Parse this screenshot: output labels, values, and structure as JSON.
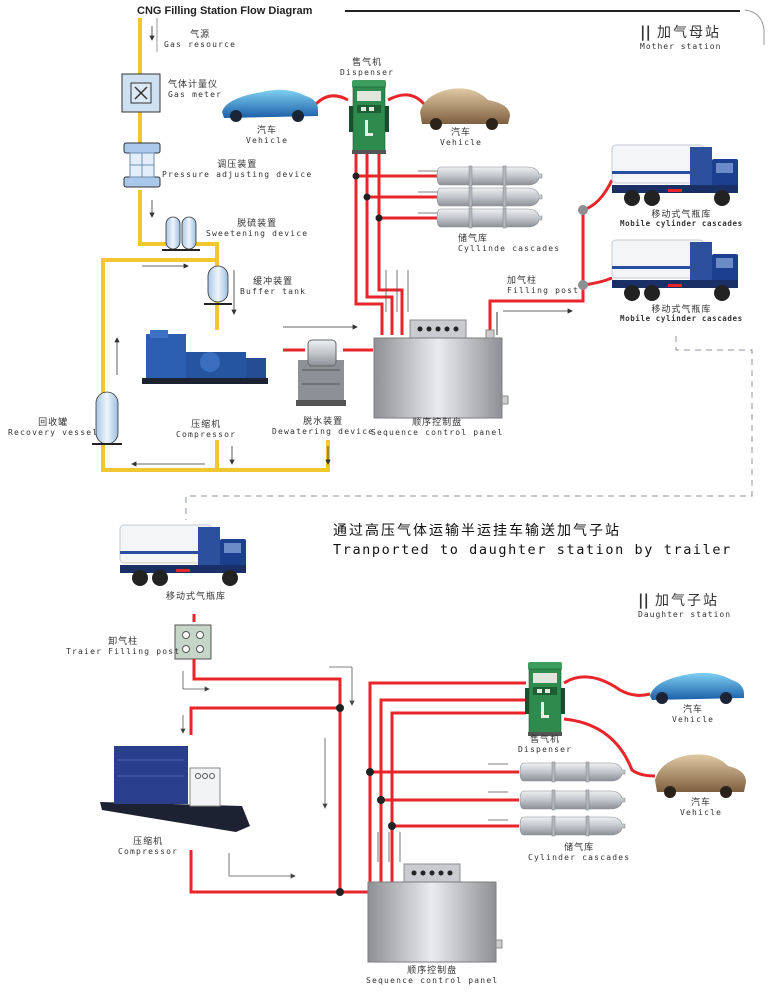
{
  "title": "CNG Filling Station Flow Diagram",
  "colors": {
    "gas_pipe_yellow": "#f2c631",
    "high_pressure_red": "#e8262a",
    "equipment_blue": "#1f4fa8",
    "dispenser_green": "#2f8a4e",
    "cylinder_silver": "#c8cbd0",
    "panel_gray": "#a8aaae"
  },
  "mother_station": {
    "heading_zh": "加气母站",
    "heading_en": "Mother station",
    "labels": {
      "gas_resource": {
        "zh": "气源",
        "en": "Gas resource"
      },
      "gas_meter": {
        "zh": "气体计量仪",
        "en": "Gas meter"
      },
      "pressure_adjusting": {
        "zh": "调压装置",
        "en": "Pressure adjusting device"
      },
      "sweetening": {
        "zh": "脱硫装置",
        "en": "Sweetening device"
      },
      "buffer_tank": {
        "zh": "缓冲装置",
        "en": "Buffer tank"
      },
      "recovery_vessel": {
        "zh": "回收罐",
        "en": "Recovery vessel"
      },
      "compressor": {
        "zh": "压缩机",
        "en": "Compressor"
      },
      "dewatering": {
        "zh": "脱水装置",
        "en": "Dewatering device"
      },
      "sequence_panel": {
        "zh": "顺序控制盘",
        "en": "Sequence control panel"
      },
      "dispenser": {
        "zh": "售气机",
        "en": "Dispenser"
      },
      "vehicle_1": {
        "zh": "汽车",
        "en": "Vehicle"
      },
      "vehicle_2": {
        "zh": "汽车",
        "en": "Vehicle"
      },
      "cylinder_cascades": {
        "zh": "储气库",
        "en": "Cyllinde cascades"
      },
      "filling_post": {
        "zh": "加气柱",
        "en": "Filling post"
      },
      "mobile_cascades_1": {
        "zh": "移动式气瓶库",
        "en": "Mobile cylinder cascades"
      },
      "mobile_cascades_2": {
        "zh": "移动式气瓶库",
        "en": "Mobile cylinder cascades"
      }
    }
  },
  "transport": {
    "zh": "通过高压气体运输半运挂车输送加气子站",
    "en": "Tranported to daughter station by trailer"
  },
  "daughter_station": {
    "heading_zh": "加气子站",
    "heading_en": "Daughter station",
    "labels": {
      "mobile_cascades": {
        "zh": "移动式气瓶库"
      },
      "trailer_filling_post": {
        "zh": "卸气柱",
        "en": "Traier Filling post"
      },
      "compressor": {
        "zh": "压缩机",
        "en": "Compressor"
      },
      "sequence_panel": {
        "zh": "顺序控制盘",
        "en": "Sequence control panel"
      },
      "dispenser": {
        "zh": "售气机",
        "en": "Dispenser"
      },
      "vehicle_1": {
        "zh": "汽车",
        "en": "Vehicle"
      },
      "vehicle_2": {
        "zh": "汽车",
        "en": "Vehicle"
      },
      "cylinder_cascades": {
        "zh": "储气库",
        "en": "Cylinder cascades"
      }
    }
  }
}
